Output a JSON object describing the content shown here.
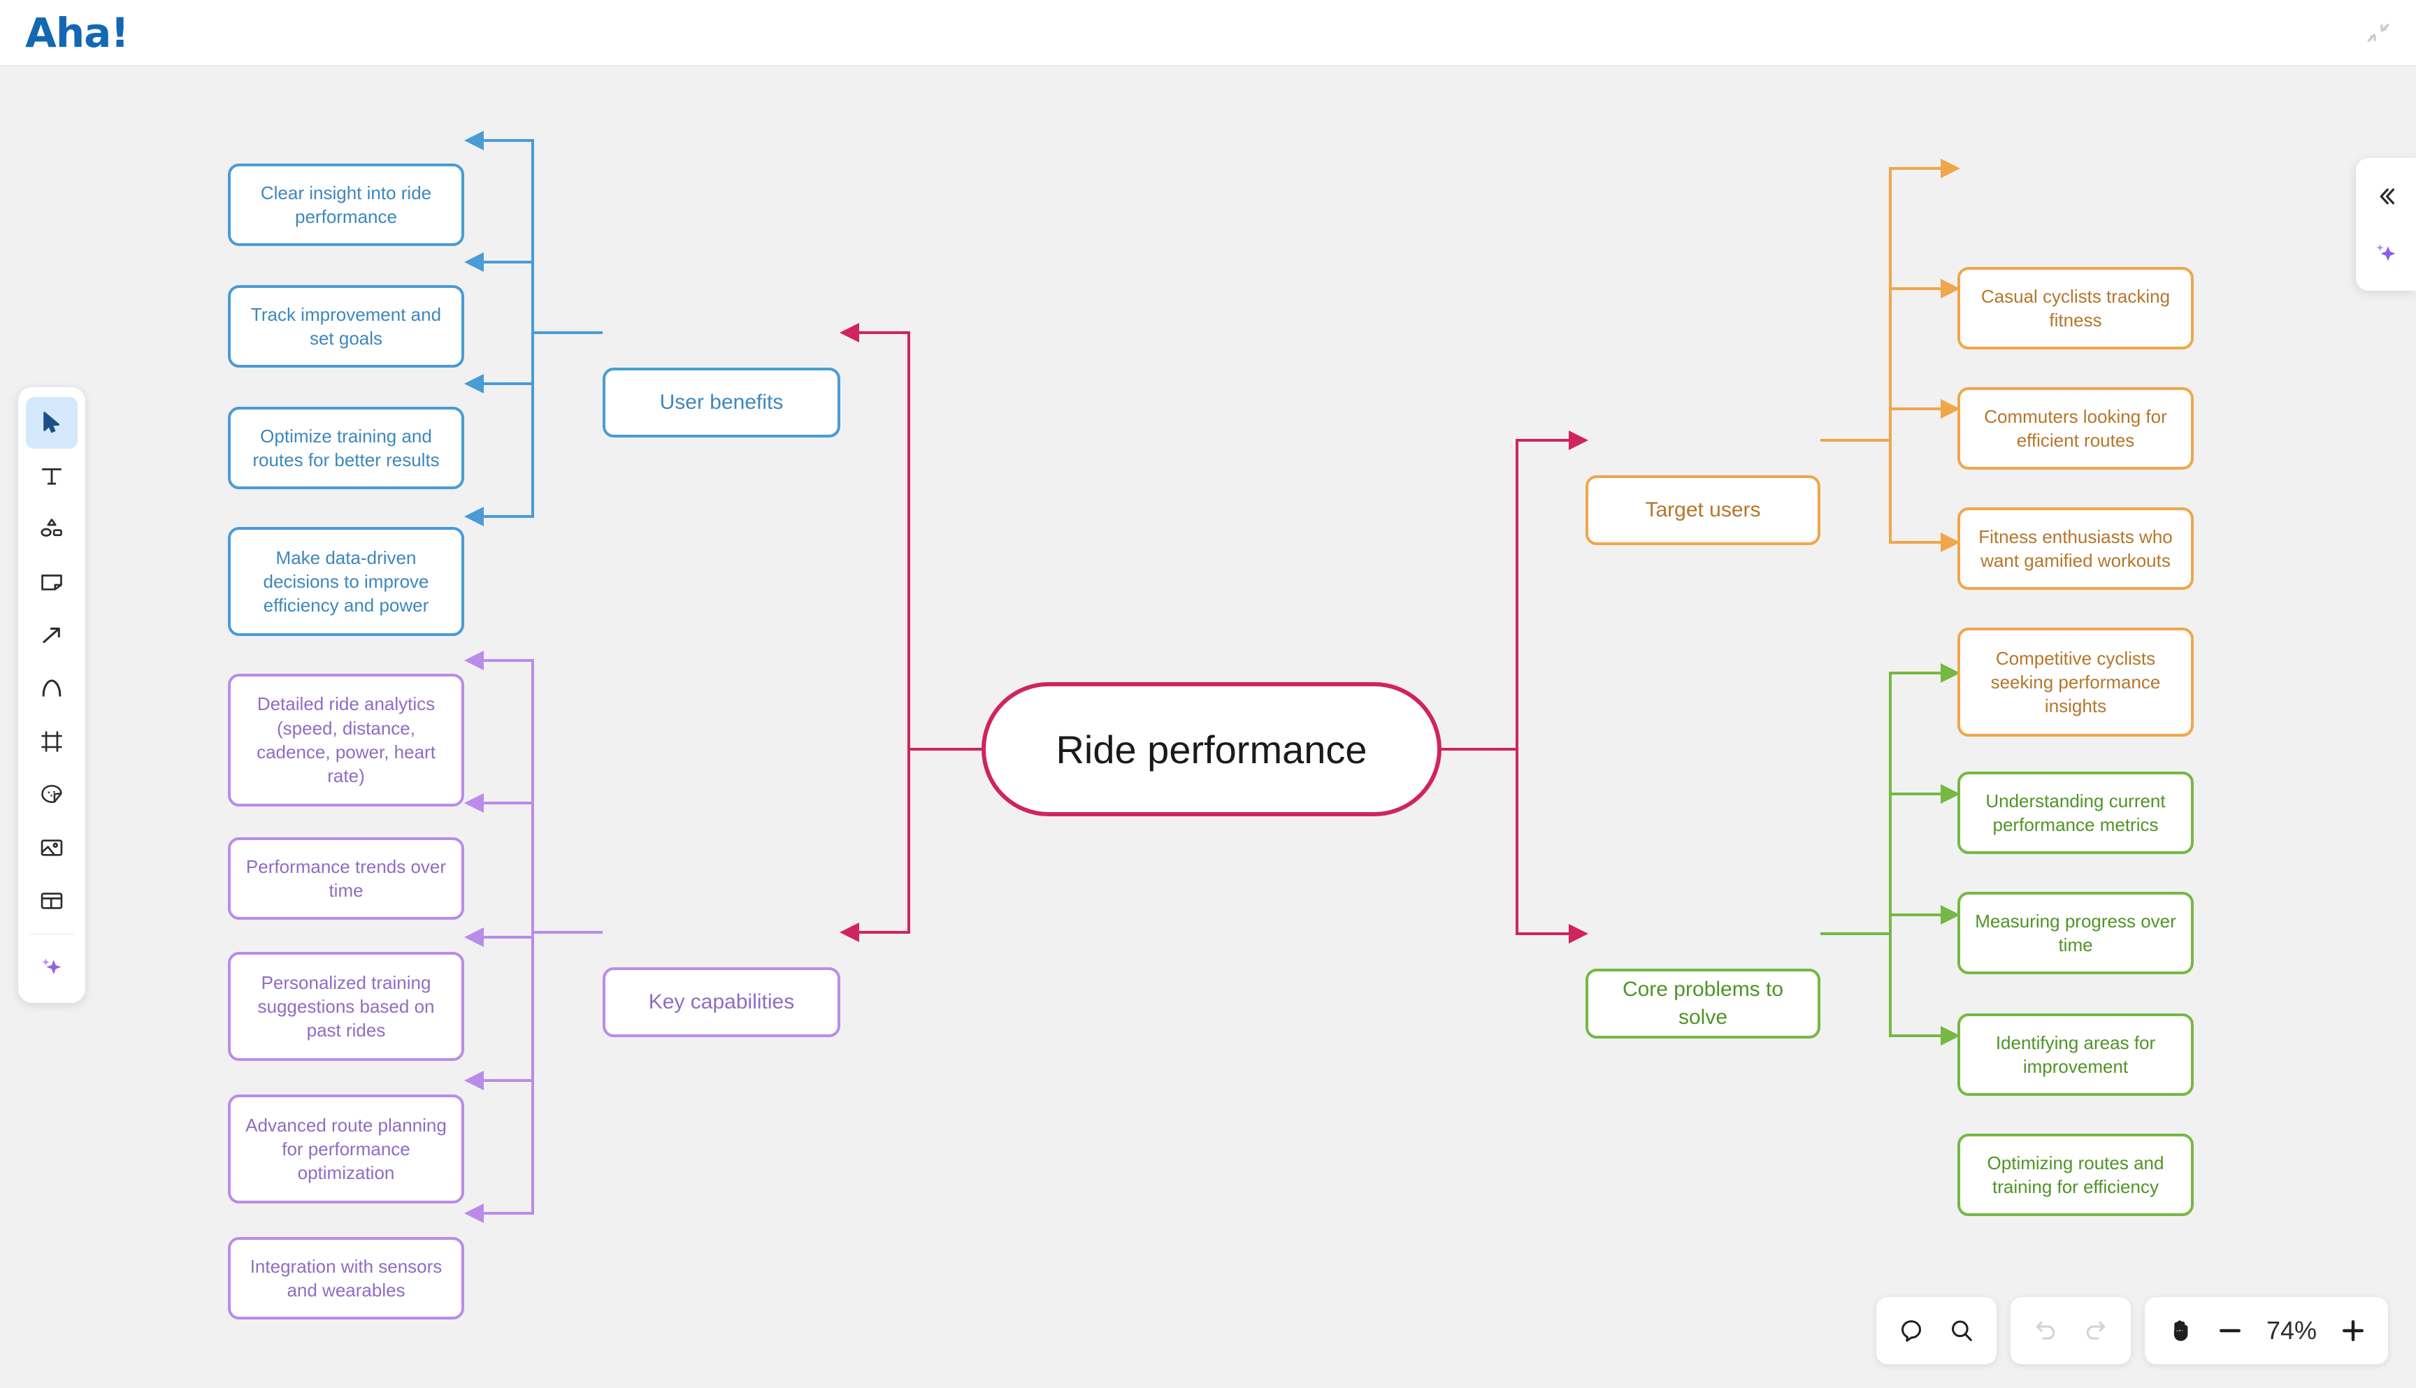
{
  "app": {
    "logo_text": "Aha!",
    "collapse_icon": "collapse-arrows-icon"
  },
  "toolbar": {
    "items": [
      {
        "name": "select-tool",
        "icon": "cursor-icon",
        "active": true
      },
      {
        "name": "text-tool",
        "icon": "text-t-icon",
        "active": false
      },
      {
        "name": "shapes-tool",
        "icon": "shapes-icon",
        "active": false
      },
      {
        "name": "sticky-note-tool",
        "icon": "sticky-note-icon",
        "active": false
      },
      {
        "name": "arrow-tool",
        "icon": "arrow-diagonal-icon",
        "active": false
      },
      {
        "name": "pen-tool",
        "icon": "curve-pen-icon",
        "active": false
      },
      {
        "name": "frame-tool",
        "icon": "frame-icon",
        "active": false
      },
      {
        "name": "sticker-tool",
        "icon": "emoji-sticker-icon",
        "active": false
      },
      {
        "name": "image-tool",
        "icon": "image-icon",
        "active": false
      },
      {
        "name": "template-tool",
        "icon": "layout-template-icon",
        "active": false
      },
      {
        "name": "ai-tool",
        "icon": "ai-sparkle-icon",
        "active": false
      }
    ]
  },
  "right_panel": {
    "items": [
      {
        "name": "expand-panel-button",
        "icon": "chevron-double-left-icon"
      },
      {
        "name": "ai-assistant-button",
        "icon": "ai-sparkle-icon"
      }
    ]
  },
  "bottom_controls": {
    "comment_icon": "comment-bubble-icon",
    "search_icon": "search-icon",
    "undo_icon": "undo-arrow-icon",
    "redo_icon": "redo-arrow-icon",
    "pan_icon": "hand-pan-icon",
    "zoom_out_icon": "minus-icon",
    "zoom_in_icon": "plus-icon",
    "zoom_level": "74%"
  },
  "chart_data": {
    "type": "diagram",
    "diagram_kind": "mind-map",
    "title": "Ride performance",
    "colors": {
      "center": "#cf245f",
      "user_benefits": "#4a9bd6",
      "key_capabilities": "#b98cea",
      "target_users": "#f0a64a",
      "core_problems": "#75b843",
      "canvas_background": "#f1f1f1"
    },
    "root": {
      "label": "Ride performance"
    },
    "branches": [
      {
        "label": "User benefits",
        "color": "#4a9bd6",
        "side": "left",
        "children": [
          "Clear insight into ride performance",
          "Track improvement and set goals",
          "Optimize training and routes for better results",
          "Make data-driven decisions to improve efficiency and power"
        ]
      },
      {
        "label": "Key capabilities",
        "color": "#b98cea",
        "side": "left",
        "children": [
          "Detailed ride analytics (speed, distance, cadence, power, heart rate)",
          "Performance trends over time",
          "Personalized training suggestions based on past rides",
          "Advanced route planning for performance optimization",
          "Integration with sensors and wearables"
        ]
      },
      {
        "label": "Target users",
        "color": "#f0a64a",
        "side": "right",
        "children": [
          "Casual cyclists tracking fitness",
          "Commuters looking for efficient routes",
          "Fitness enthusiasts who want gamified workouts",
          "Competitive cyclists seeking performance insights"
        ]
      },
      {
        "label": "Core problems to solve",
        "color": "#75b843",
        "side": "right",
        "children": [
          "Understanding current performance metrics",
          "Measuring progress over time",
          "Identifying areas for improvement",
          "Optimizing routes and training for efficiency"
        ]
      }
    ]
  }
}
